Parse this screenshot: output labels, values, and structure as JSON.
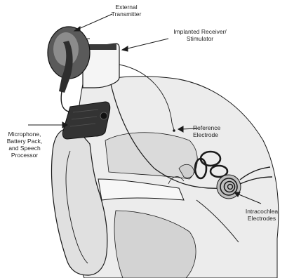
{
  "labels": {
    "external_transmitter": "External\nTransmitter",
    "implanted_receiver": "Implanted Receiver/\nStimulator",
    "reference_electrode": "Reference\nElectrode",
    "microphone_processor": "Microphone,\nBattery Pack,\nand Speech\nProcessor",
    "intracochlea_electrodes": "Intracochlea\nElectrodes"
  },
  "colors": {
    "line": "#1a1a1a",
    "skin": "#e6e6e6",
    "tissue": "#f2f2f2",
    "bone": "#d6d6d6",
    "dark": "#2b2b2b",
    "mid": "#7a7a7a"
  }
}
